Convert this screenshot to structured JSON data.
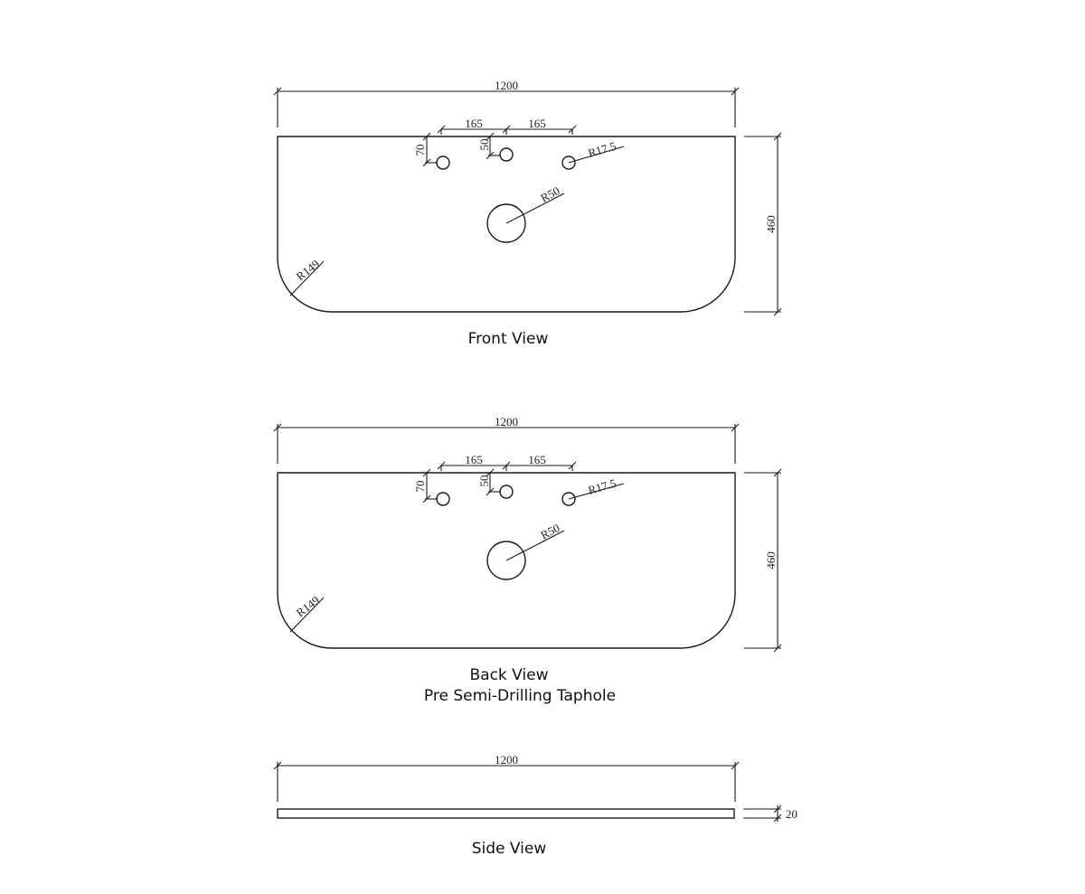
{
  "front_view": {
    "caption": "Front View",
    "dim_width": "1200",
    "dim_height": "460",
    "dim_spacing_left": "165",
    "dim_spacing_right": "165",
    "dim_offset_left": "70",
    "dim_offset_center": "50",
    "dim_taphole_radius": "R17.5",
    "dim_waste_radius": "R50",
    "dim_corner_radius": "R149"
  },
  "back_view": {
    "caption": "Back View",
    "subcaption": "Pre Semi-Drilling Taphole",
    "dim_width": "1200",
    "dim_height": "460",
    "dim_spacing_left": "165",
    "dim_spacing_right": "165",
    "dim_offset_left": "70",
    "dim_offset_center": "50",
    "dim_taphole_radius": "R17.5",
    "dim_waste_radius": "R50",
    "dim_corner_radius": "R149"
  },
  "side_view": {
    "caption": "Side View",
    "dim_width": "1200",
    "dim_thickness": "20"
  }
}
